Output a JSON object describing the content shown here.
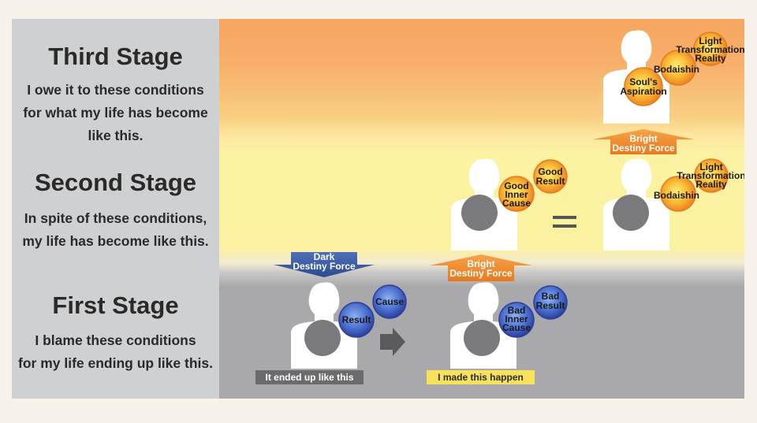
{
  "stages": {
    "third": {
      "title": "Third Stage",
      "lines": [
        "I owe it to these conditions",
        "for what my life has become",
        "like this."
      ]
    },
    "second": {
      "title": "Second Stage",
      "lines": [
        "In spite of these conditions,",
        "my life has become like this."
      ]
    },
    "first": {
      "title": "First Stage",
      "lines": [
        "I blame these conditions",
        "for my life ending up like this."
      ]
    }
  },
  "diagram": {
    "dark_arrow": [
      "Dark",
      "Destiny Force"
    ],
    "bright_arrow_1": [
      "Bright",
      "Destiny Force"
    ],
    "bright_arrow_2": [
      "Bright",
      "Destiny Force"
    ],
    "first_figure": {
      "cause": [
        "Cause"
      ],
      "result": [
        "Result"
      ],
      "caption": "It ended up like this"
    },
    "second_figure_bad": {
      "cause": [
        "Bad",
        "Inner",
        "Cause"
      ],
      "result": [
        "Bad",
        "Result"
      ],
      "caption": "I made this happen"
    },
    "second_figure_good": {
      "cause": [
        "Good",
        "Inner",
        "Cause"
      ],
      "result": [
        "Good",
        "Result"
      ]
    },
    "second_figure_right": {
      "inner": [
        "Bodaishin"
      ],
      "outer": [
        "Light",
        "Transformation",
        "Reality"
      ]
    },
    "third_figure": {
      "inner": [
        "Soul's",
        "Aspiration"
      ],
      "middle": [
        "Bodaishin"
      ],
      "outer": [
        "Light",
        "Transformation",
        "Reality"
      ]
    },
    "equals_symbol": "=",
    "colors": {
      "blue_circle": "#3d5db5",
      "orange_circle": "#f39a2b",
      "dark_arrow": "#2f5596",
      "bright_arrow": "#f08a24",
      "caption_dark_bg": "#6b6b6d",
      "caption_yellow_bg": "#f8e25a"
    }
  }
}
